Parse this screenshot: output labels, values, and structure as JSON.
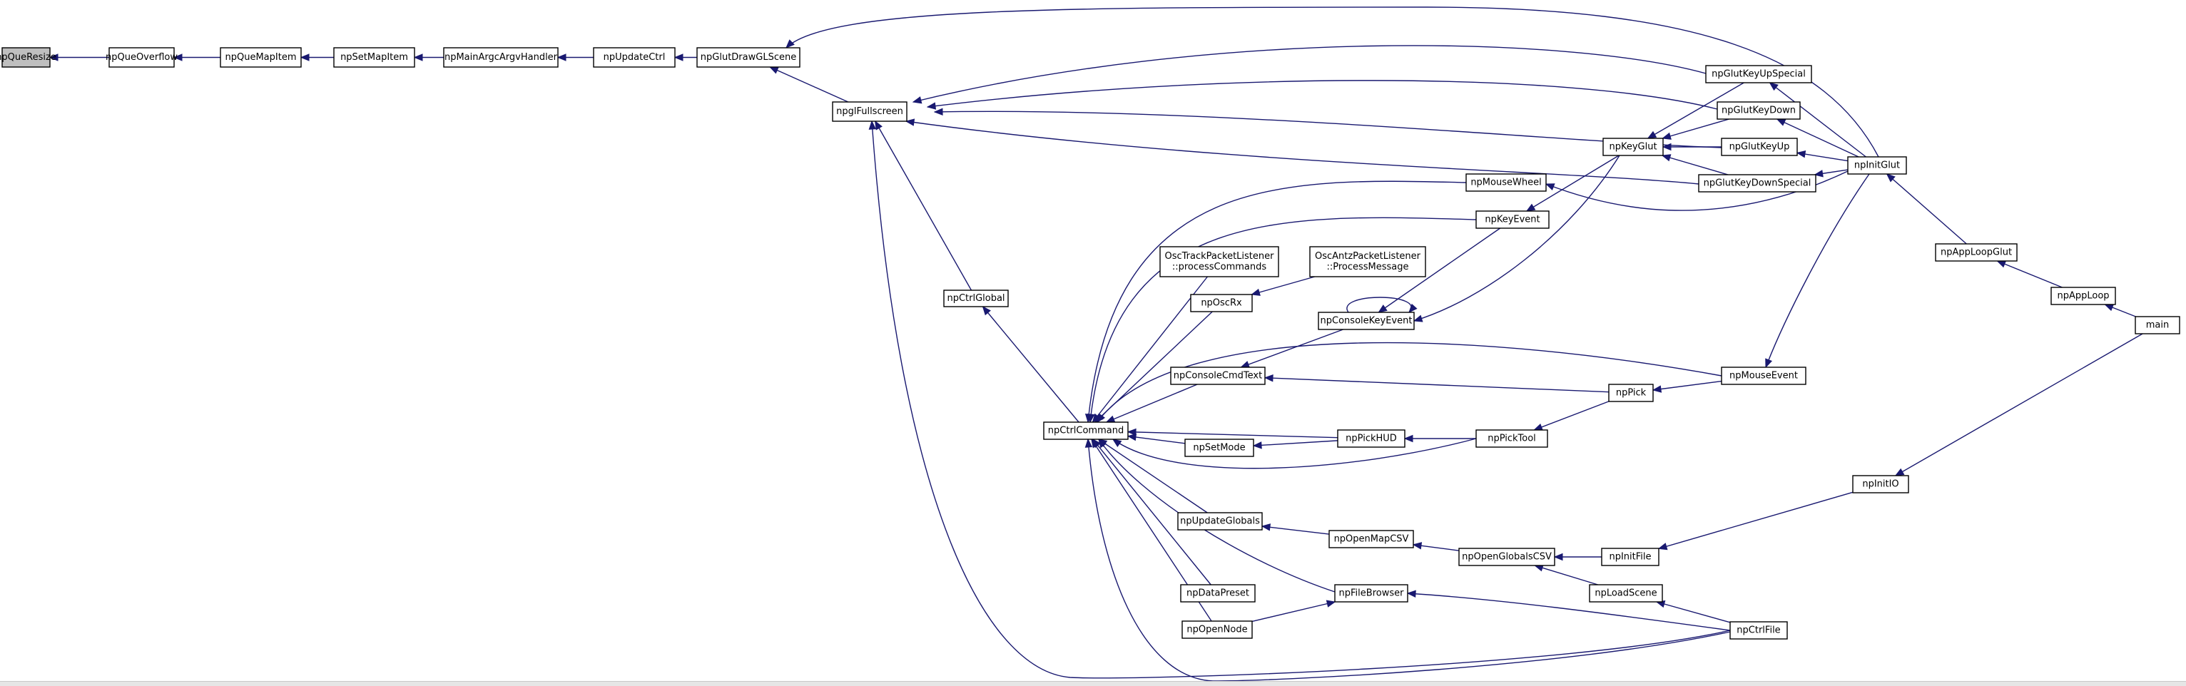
{
  "graph": {
    "nodes": {
      "npQueResize": [
        "npQueResize"
      ],
      "npQueOverflow": [
        "npQueOverflow"
      ],
      "npQueMapItem": [
        "npQueMapItem"
      ],
      "npSetMapItem": [
        "npSetMapItem"
      ],
      "npMainArgcArgvHandler": [
        "npMainArgcArgvHandler"
      ],
      "npUpdateCtrl": [
        "npUpdateCtrl"
      ],
      "npGlutDrawGLScene": [
        "npGlutDrawGLScene"
      ],
      "npglFullscreen": [
        "npglFullscreen"
      ],
      "npCtrlGlobal": [
        "npCtrlGlobal"
      ],
      "npCtrlCommand": [
        "npCtrlCommand"
      ],
      "OscTrackPacketListener": [
        "OscTrackPacketListener",
        "::processCommands"
      ],
      "npOscRx": [
        "npOscRx"
      ],
      "npConsoleCmdText": [
        "npConsoleCmdText"
      ],
      "npSetMode": [
        "npSetMode"
      ],
      "npUpdateGlobals": [
        "npUpdateGlobals"
      ],
      "npDataPreset": [
        "npDataPreset"
      ],
      "npOpenNode": [
        "npOpenNode"
      ],
      "OscAntzPacketListener": [
        "OscAntzPacketListener",
        "::ProcessMessage"
      ],
      "npConsoleKeyEvent": [
        "npConsoleKeyEvent"
      ],
      "npPickHUD": [
        "npPickHUD"
      ],
      "npOpenMapCSV": [
        "npOpenMapCSV"
      ],
      "npFileBrowser": [
        "npFileBrowser"
      ],
      "npMouseWheel": [
        "npMouseWheel"
      ],
      "npKeyEvent": [
        "npKeyEvent"
      ],
      "npPickTool": [
        "npPickTool"
      ],
      "npOpenGlobalsCSV": [
        "npOpenGlobalsCSV"
      ],
      "npLoadScene": [
        "npLoadScene"
      ],
      "npKeyGlut": [
        "npKeyGlut"
      ],
      "npInitFile": [
        "npInitFile"
      ],
      "npPick": [
        "npPick"
      ],
      "npGlutKeyUpSpecial": [
        "npGlutKeyUpSpecial"
      ],
      "npGlutKeyDown": [
        "npGlutKeyDown"
      ],
      "npGlutKeyUp": [
        "npGlutKeyUp"
      ],
      "npGlutKeyDownSpecial": [
        "npGlutKeyDownSpecial"
      ],
      "npMouseEvent": [
        "npMouseEvent"
      ],
      "npCtrlFile": [
        "npCtrlFile"
      ],
      "npInitIO": [
        "npInitIO"
      ],
      "npInitGlut": [
        "npInitGlut"
      ],
      "npAppLoopGlut": [
        "npAppLoopGlut"
      ],
      "npAppLoop": [
        "npAppLoop"
      ],
      "main": [
        "main"
      ]
    },
    "edges": [
      [
        "npQueOverflow",
        "npQueResize"
      ],
      [
        "npQueMapItem",
        "npQueOverflow"
      ],
      [
        "npSetMapItem",
        "npQueMapItem"
      ],
      [
        "npMainArgcArgvHandler",
        "npSetMapItem"
      ],
      [
        "npUpdateCtrl",
        "npMainArgcArgvHandler"
      ],
      [
        "npGlutDrawGLScene",
        "npUpdateCtrl"
      ],
      [
        "npglFullscreen",
        "npGlutDrawGLScene"
      ],
      [
        "npInitGlut",
        "npGlutDrawGLScene"
      ],
      [
        "npGlutKeyUpSpecial",
        "npglFullscreen"
      ],
      [
        "npGlutKeyDown",
        "npglFullscreen"
      ],
      [
        "npGlutKeyUp",
        "npglFullscreen"
      ],
      [
        "npGlutKeyDownSpecial",
        "npglFullscreen"
      ],
      [
        "npCtrlGlobal",
        "npglFullscreen"
      ],
      [
        "npCtrlFile",
        "npglFullscreen"
      ],
      [
        "npCtrlCommand",
        "npCtrlGlobal"
      ],
      [
        "OscTrackPacketListener",
        "npCtrlCommand"
      ],
      [
        "npOscRx",
        "npCtrlCommand"
      ],
      [
        "npConsoleCmdText",
        "npCtrlCommand"
      ],
      [
        "npSetMode",
        "npCtrlCommand"
      ],
      [
        "npUpdateGlobals",
        "npCtrlCommand"
      ],
      [
        "npDataPreset",
        "npCtrlCommand"
      ],
      [
        "npOpenNode",
        "npCtrlCommand"
      ],
      [
        "npFileBrowser",
        "npCtrlCommand"
      ],
      [
        "npPickHUD",
        "npCtrlCommand"
      ],
      [
        "npMouseWheel",
        "npCtrlCommand"
      ],
      [
        "npKeyEvent",
        "npCtrlCommand"
      ],
      [
        "npPickTool",
        "npCtrlCommand"
      ],
      [
        "npMouseEvent",
        "npCtrlCommand"
      ],
      [
        "npCtrlFile",
        "npCtrlCommand"
      ],
      [
        "OscAntzPacketListener",
        "npOscRx"
      ],
      [
        "npConsoleKeyEvent",
        "npConsoleCmdText"
      ],
      [
        "npPick",
        "npConsoleCmdText"
      ],
      [
        "npPickHUD",
        "npSetMode"
      ],
      [
        "npOpenMapCSV",
        "npUpdateGlobals"
      ],
      [
        "npOpenNode",
        "npFileBrowser"
      ],
      [
        "npConsoleKeyEvent",
        "npConsoleKeyEvent"
      ],
      [
        "npKeyEvent",
        "npConsoleKeyEvent"
      ],
      [
        "npKeyGlut",
        "npConsoleKeyEvent"
      ],
      [
        "npPickTool",
        "npPickHUD"
      ],
      [
        "npOpenGlobalsCSV",
        "npOpenMapCSV"
      ],
      [
        "npCtrlFile",
        "npFileBrowser"
      ],
      [
        "npInitGlut",
        "npMouseWheel"
      ],
      [
        "npKeyGlut",
        "npKeyEvent"
      ],
      [
        "npPick",
        "npPickTool"
      ],
      [
        "npInitFile",
        "npOpenGlobalsCSV"
      ],
      [
        "npLoadScene",
        "npOpenGlobalsCSV"
      ],
      [
        "npCtrlFile",
        "npLoadScene"
      ],
      [
        "npGlutKeyUpSpecial",
        "npKeyGlut"
      ],
      [
        "npGlutKeyDown",
        "npKeyGlut"
      ],
      [
        "npGlutKeyUp",
        "npKeyGlut"
      ],
      [
        "npGlutKeyDownSpecial",
        "npKeyGlut"
      ],
      [
        "npInitIO",
        "npInitFile"
      ],
      [
        "npMouseEvent",
        "npPick"
      ],
      [
        "npInitGlut",
        "npGlutKeyUpSpecial"
      ],
      [
        "npInitGlut",
        "npGlutKeyDown"
      ],
      [
        "npInitGlut",
        "npGlutKeyUp"
      ],
      [
        "npInitGlut",
        "npGlutKeyDownSpecial"
      ],
      [
        "npInitGlut",
        "npMouseEvent"
      ],
      [
        "main",
        "npInitIO"
      ],
      [
        "npAppLoopGlut",
        "npInitGlut"
      ],
      [
        "npAppLoop",
        "npAppLoopGlut"
      ],
      [
        "main",
        "npAppLoop"
      ]
    ]
  },
  "colors": {
    "edge": "#191970",
    "root_fill": "#bfbfbf",
    "node_fill": "#ffffff",
    "node_border": "#000000"
  }
}
